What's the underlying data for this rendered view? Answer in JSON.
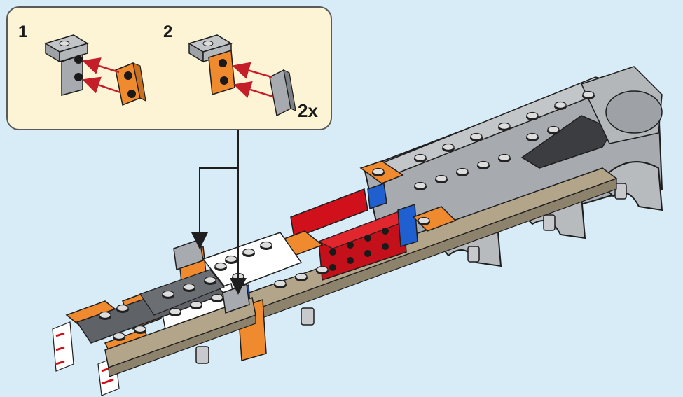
{
  "callout": {
    "steps": [
      {
        "number": "1"
      },
      {
        "number": "2",
        "multiplier": "2x"
      }
    ]
  },
  "colors": {
    "background": "#d8ecf8",
    "callout_fill": "#fdf4d6",
    "orange": "#f08a2e",
    "light_gray": "#9a9ea3",
    "dark_gray": "#5f6368",
    "red": "#d0101a",
    "blue": "#1f5fd0",
    "tan": "#b3a58a",
    "white": "#ffffff",
    "arrow_red": "#c41e28",
    "outline": "#1e1e1e"
  },
  "icons": [
    "bracket-piece",
    "plate-1x2-orange",
    "tile-1x2-gray",
    "assembly-arrow",
    "pointer-arrow"
  ]
}
